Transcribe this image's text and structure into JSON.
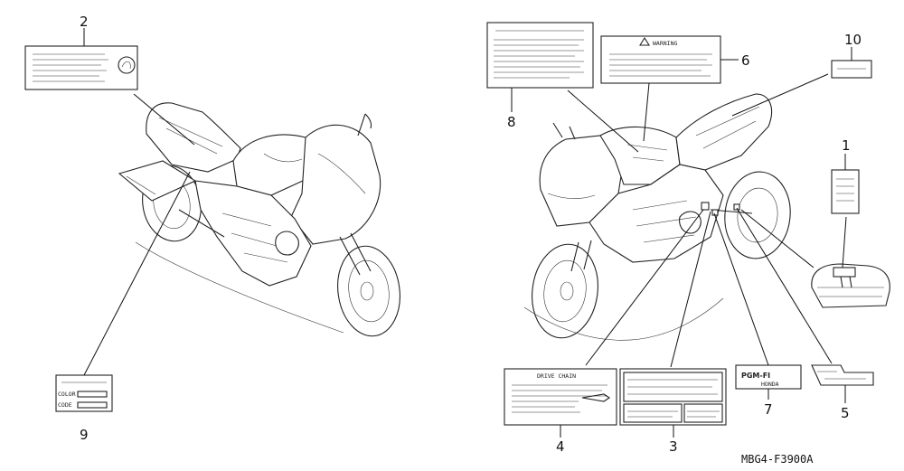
{
  "diagram": {
    "part_code": "MBG4-F3900A",
    "callouts": [
      "1",
      "2",
      "3",
      "4",
      "5",
      "6",
      "7",
      "8",
      "9",
      "10"
    ],
    "label_texts": {
      "warning": "WARNING",
      "drive_chain": "DRIVE CHAIN",
      "color": "COLOR",
      "code": "CODE",
      "pgm_fi": "PGM-FI",
      "honda": "HONDA"
    }
  }
}
